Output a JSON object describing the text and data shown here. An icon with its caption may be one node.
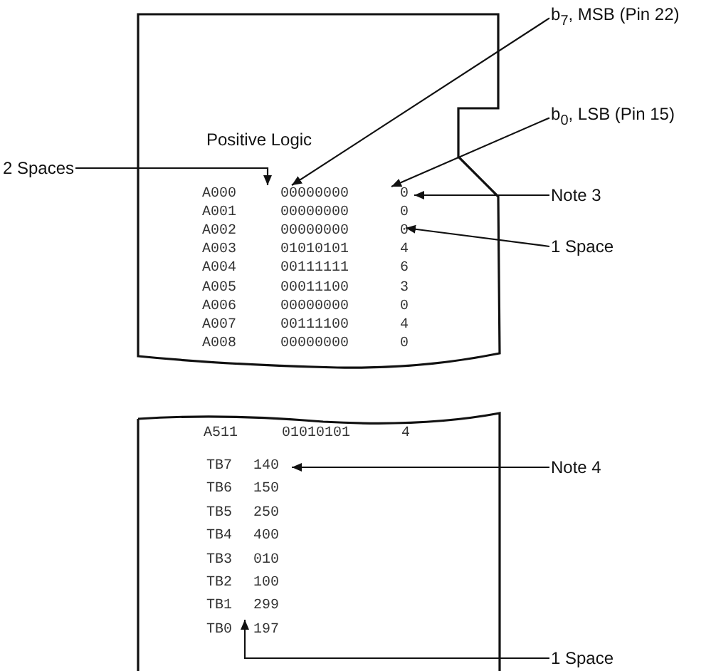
{
  "diagram": {
    "nodes": [
      {
        "text": [
          "Positive Logic"
        ]
      },
      {
        "text": [
          "b$_{7}$, MSB (Pin 22)"
        ]
      },
      {
        "text": [
          "b$_{0}$, LSB (Pin 15)"
        ]
      },
      {
        "text": [
          "2 Spaces"
        ]
      },
      {
        "text": [
          "Note 3"
        ]
      },
      {
        "text": [
          "1 Space"
        ]
      },
      {
        "text": [],
        "shape": "box"
      },
      {
        "text": [
          "Note 4"
        ]
      },
      {
        "text": [
          "1 Space"
        ]
      }
    ],
    "edges": [
      {
        "from": 1,
        "to": 0,
        "arrow": "to"
      },
      {
        "from": 2,
        "to": 0,
        "arrow": "to"
      },
      {
        "from": 3,
        "to": 0,
        "arrow": "to"
      },
      {
        "from": 4,
        "to": 0,
        "arrow": "to"
      },
      {
        "from": 5,
        "to": 0,
        "arrow": "to"
      },
      {
        "from": 7,
        "to": 6,
        "arrow": "to"
      },
      {
        "from": 8,
        "to": 6,
        "arrow": "to"
      }
    ],
    "labels": [
      "A000",
      "00000000",
      "0",
      "A001",
      "00000000",
      "0",
      "A002",
      "00000000",
      "0",
      "A003",
      "01010101",
      "4",
      "A004",
      "00111111",
      "6",
      "A005",
      "00011100",
      "3",
      "A006",
      "00000000",
      "0",
      "A007",
      "00111100",
      "4",
      "A008",
      "00000000",
      "0",
      "A511",
      "01010101",
      "4",
      "TB7",
      "140",
      "TB6",
      "150",
      "TB5",
      "250",
      "TB4",
      "400",
      "TB3",
      "010",
      "TB2",
      "100",
      "TB1",
      "299",
      "TB0",
      "197"
    ]
  }
}
